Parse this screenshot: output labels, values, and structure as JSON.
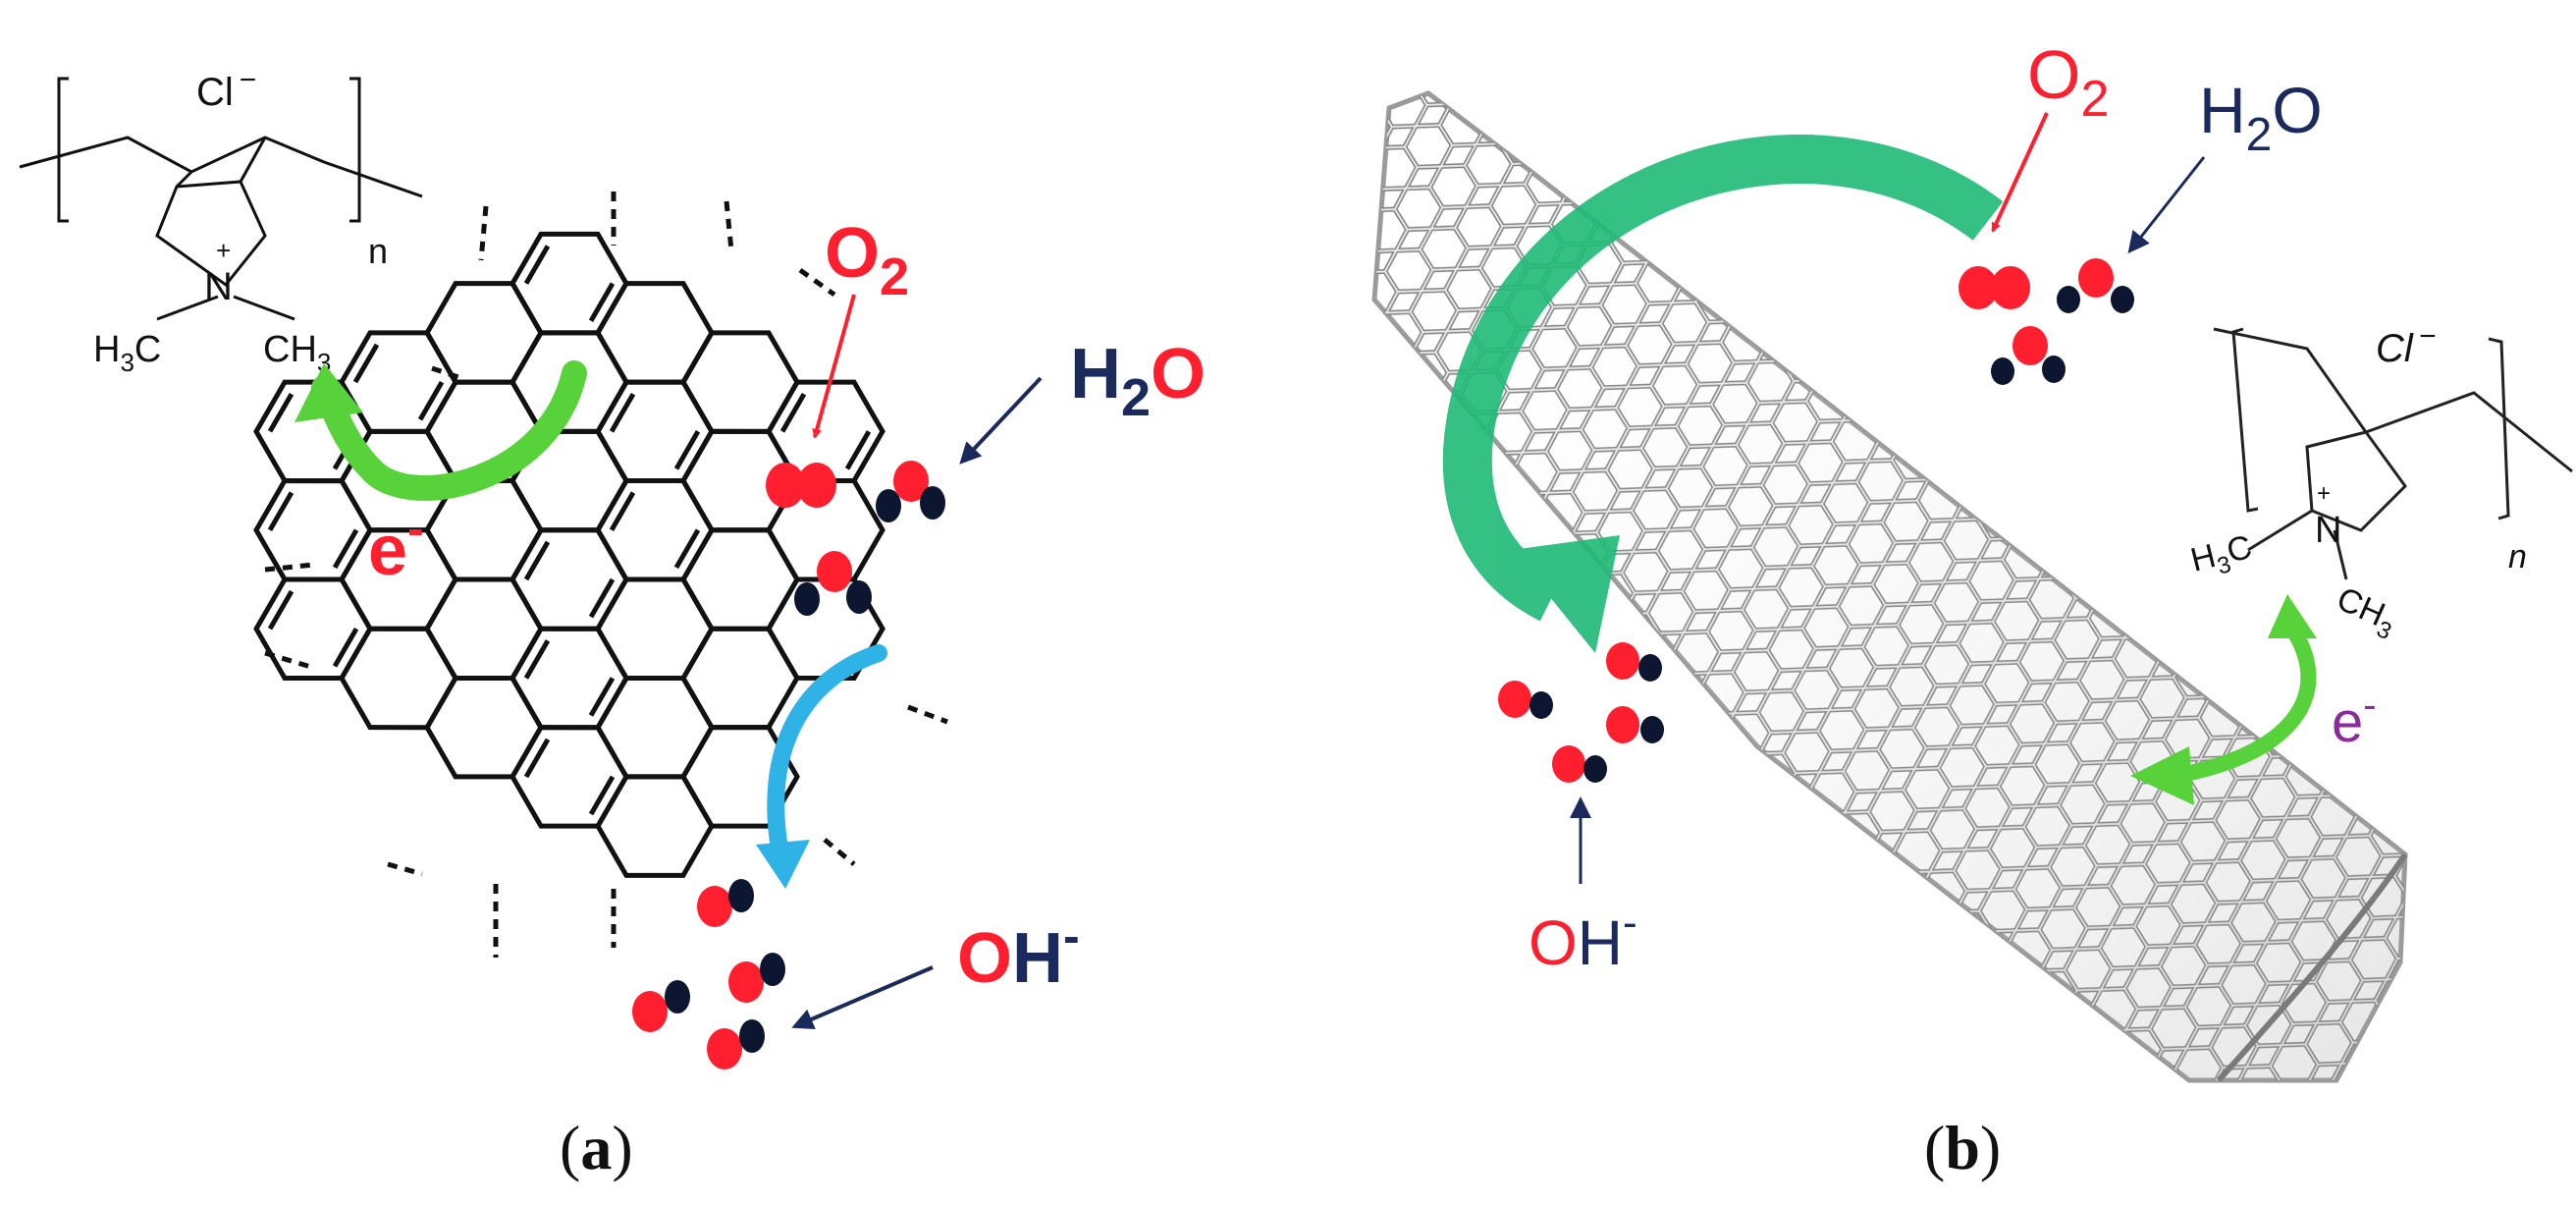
{
  "panel_a": {
    "caption_open": "(",
    "caption_letter": "a",
    "caption_close": ")",
    "polymer": {
      "counter_ion": "Cl",
      "counter_ion_charge": "−",
      "nitrogen": "N",
      "nitrogen_charge": "+",
      "methyl_left": "H",
      "methyl_left_sub": "3",
      "methyl_left_c": "C",
      "methyl_right": "CH",
      "methyl_right_sub": "3",
      "repeat": "n"
    },
    "o2": {
      "main": "O",
      "sub": "2"
    },
    "h2o": {
      "h": "H",
      "sub": "2",
      "o": "O"
    },
    "electron": {
      "main": "e",
      "sup": "-"
    },
    "hydroxide": {
      "o": "O",
      "h": "H",
      "sup": "-"
    }
  },
  "panel_b": {
    "caption_open": "(",
    "caption_letter": "b",
    "caption_close": ")",
    "polymer": {
      "counter_ion": "Cl",
      "counter_ion_charge": "−",
      "nitrogen": "N",
      "nitrogen_charge": "+",
      "methyl_left": "H",
      "methyl_left_sub": "3",
      "methyl_left_c": "C",
      "methyl_right": "CH",
      "methyl_right_sub": "3",
      "repeat": "n"
    },
    "o2": {
      "main": "O",
      "sub": "2"
    },
    "h2o": {
      "h": "H",
      "sub": "2",
      "o": "O"
    },
    "electron": {
      "main": "e",
      "sup": "-"
    },
    "hydroxide": {
      "o": "O",
      "h": "H",
      "sup": "-"
    }
  },
  "colors": {
    "oxygen": "#ff1f2e",
    "hydrogen_text": "#1b2a5c",
    "hydrogen_atom": "#0c1630",
    "electron_a": "#ff1f2e",
    "electron_b": "#8b2a9c",
    "arrow_green_light": "#58d23a",
    "arrow_green_teal": "#1fb977",
    "arrow_blue": "#2fb2e6",
    "graphene": "#111111",
    "tube": "#8e8e8e"
  }
}
